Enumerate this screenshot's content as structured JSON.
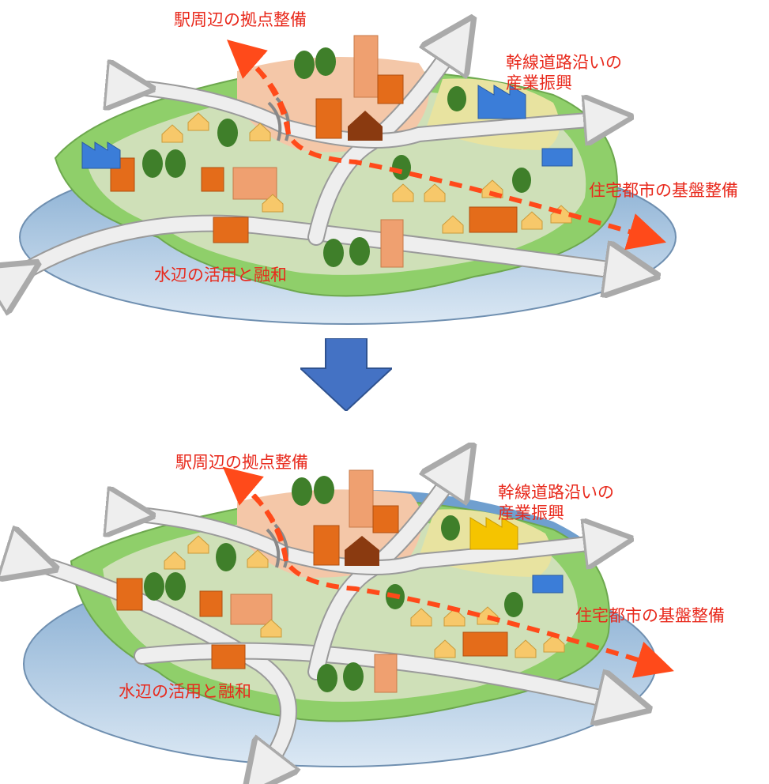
{
  "before": {
    "labels": {
      "station": "駅周辺の拠点整備",
      "arterial": [
        "幹線道路沿いの",
        "産業振興"
      ],
      "housing": "住宅都市の基盤整備",
      "waterfront": "水辺の活用と融和"
    },
    "factory_color": "#3b7dd8"
  },
  "after": {
    "labels": {
      "station": "駅周辺の拠点整備",
      "arterial": [
        "幹線道路沿いの",
        "産業振興"
      ],
      "housing": "住宅都市の基盤整備",
      "waterfront": "水辺の活用と融和"
    },
    "factory_color": "#f5c400"
  },
  "colors": {
    "label_red": "#e8291c",
    "arrow_blue": "#4472c4",
    "water": "#9fbfdc",
    "land": "#cfe0b8",
    "station_zone": "#f4c7a8",
    "industry_zone": "#e8e3a0",
    "building_orange": "#e46c1a",
    "building_light": "#efa070",
    "house": "#f7c86a",
    "tree": "#3f7f2a",
    "road": "#eeeeee",
    "dash_arrow": "#ff4a1a"
  }
}
